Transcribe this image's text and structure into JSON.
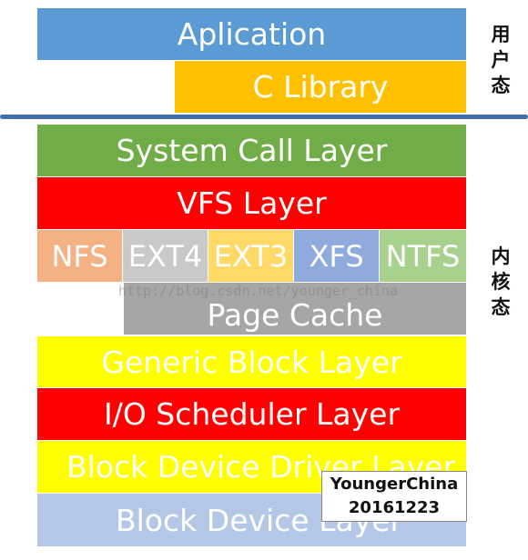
{
  "user_space": {
    "layers": [
      {
        "label": "Aplication",
        "color": "#5b9bd5"
      },
      {
        "label": "C Library",
        "color": "#ffc000"
      }
    ],
    "side_label": [
      "用",
      "户",
      "态"
    ]
  },
  "divider_color": "#3e6fa8",
  "kernel_space": {
    "system_call": {
      "label": "System Call Layer",
      "color": "#70ad47"
    },
    "vfs": {
      "label": "VFS Layer",
      "color": "#ff0000"
    },
    "filesystems": [
      {
        "label": "NFS",
        "color": "#f4b183"
      },
      {
        "label": "EXT4",
        "color": "#c9c9c9"
      },
      {
        "label": "EXT3",
        "color": "#ffd966"
      },
      {
        "label": "XFS",
        "color": "#8faadc"
      },
      {
        "label": "NTFS",
        "color": "#a9d18e"
      }
    ],
    "page_cache": {
      "label": "Page Cache",
      "color": "#a6a6a6"
    },
    "generic_block": {
      "label": "Generic Block Layer",
      "color": "#ffff00"
    },
    "io_scheduler": {
      "label": "I/O Scheduler Layer",
      "color": "#ff0000"
    },
    "block_driver": {
      "label": "Block Device Driver Layer",
      "color": "#ffff00"
    },
    "block_device": {
      "label": "Block Device Layer",
      "color": "#b4c7e7"
    },
    "side_label": [
      "内",
      "核",
      "态"
    ]
  },
  "watermark": "http://blog.csdn.net/younger_china",
  "stamp": {
    "line1": "YoungerChina",
    "line2": "20161223"
  }
}
